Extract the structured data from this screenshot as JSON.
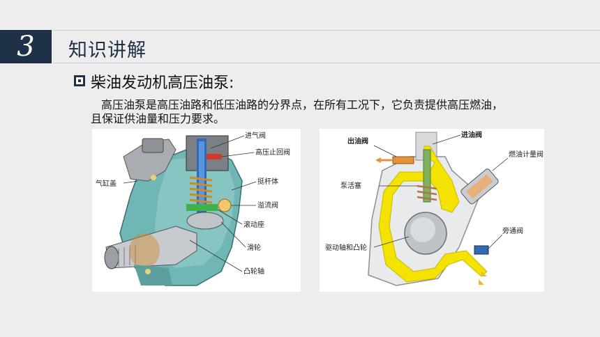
{
  "header": {
    "section_number": "3",
    "title": "知识讲解"
  },
  "content": {
    "subheading": "柴油发动机高压油泵:",
    "paragraph": "高压油泵是高压油路和低压油路的分界点，在所有工况下，它负责提供高压燃油，且保证供油量和压力要求。"
  },
  "figure_left": {
    "labels": {
      "intake_valve": "进气阀",
      "high_pressure_check_valve": "高压止回阀",
      "cylinder_head": "气缸盖",
      "tappet_body": "挺杆体",
      "overflow_valve": "溢流阀",
      "roller_seat": "滚动座",
      "roller": "滑轮",
      "camshaft": "凸轮轴"
    }
  },
  "figure_right": {
    "labels": {
      "inlet_valve": "进油阀",
      "outlet_valve": "出油阀",
      "fuel_metering_valve": "燃油计量阀",
      "pump_plunger": "泵活塞",
      "drive_shaft_and_cam": "驱动轴和凸轮",
      "bypass_valve": "旁通阀"
    }
  }
}
